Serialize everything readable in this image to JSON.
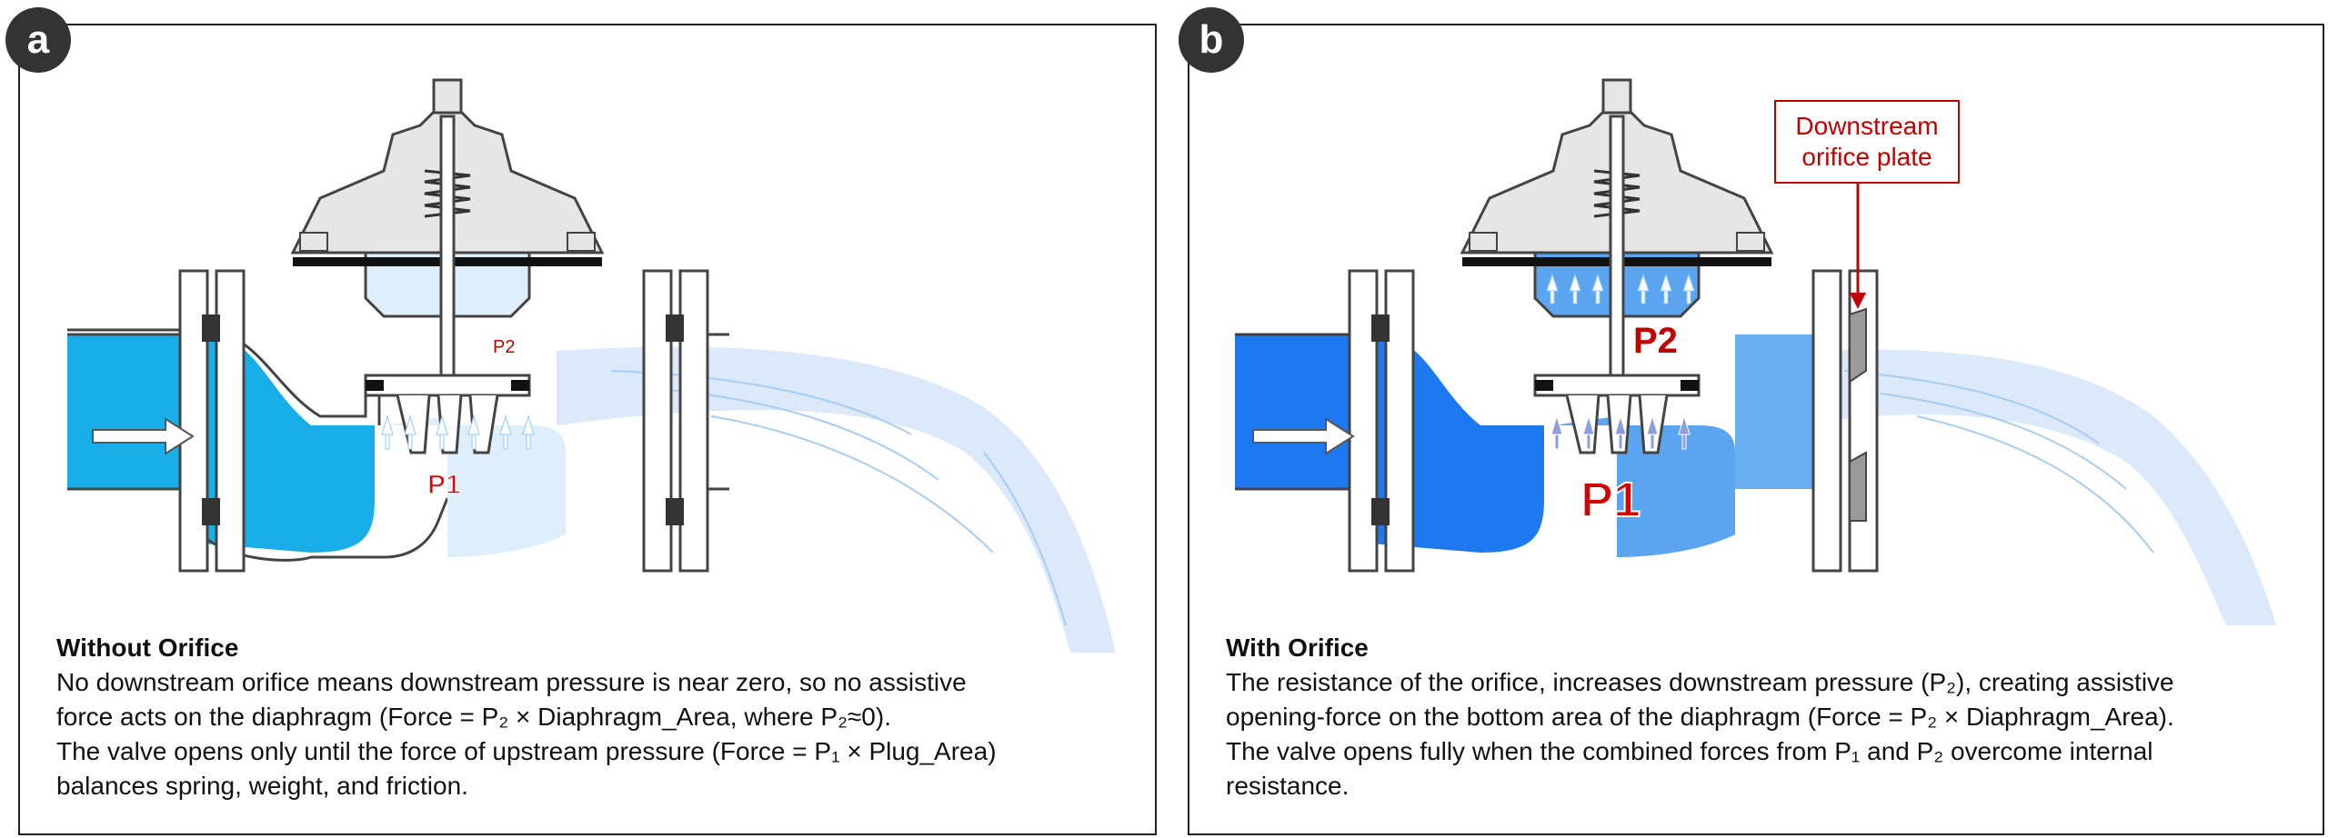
{
  "panels": [
    {
      "badge": "a",
      "pressure_labels": {
        "p1": "P1",
        "p2": "P2"
      },
      "caption": {
        "title": "Without Orifice",
        "lines": [
          "No downstream orifice means downstream pressure is near zero, so no assistive",
          "force acts on the diaphragm (Force = P₂ × Diaphragm_Area, where P₂≈0).",
          "The valve opens only until the force of upstream pressure (Force = P₁ × Plug_Area)",
          "balances spring, weight, and friction."
        ]
      }
    },
    {
      "badge": "b",
      "pressure_labels": {
        "p1": "P1",
        "p2": "P2"
      },
      "callout": {
        "line1": "Downstream",
        "line2": "orifice plate"
      },
      "caption": {
        "title": "With Orifice",
        "lines": [
          "The resistance of the orifice, increases downstream pressure (P₂), creating assistive",
          "opening-force on the bottom area of the diaphragm (Force = P₂ × Diaphragm_Area).",
          "The valve opens fully when the combined forces from P₁ and P₂ overcome internal",
          "resistance."
        ]
      }
    }
  ],
  "colors": {
    "panel_a_water": "#1aaee8",
    "panel_a_light": "#dfeefb",
    "panel_b_water": "#1e78f0",
    "panel_b_mid": "#5ba4ef",
    "panel_b_light": "#9ccaf6",
    "flow_spray": "#dbe9fb",
    "pressure_label": "#d40000"
  }
}
